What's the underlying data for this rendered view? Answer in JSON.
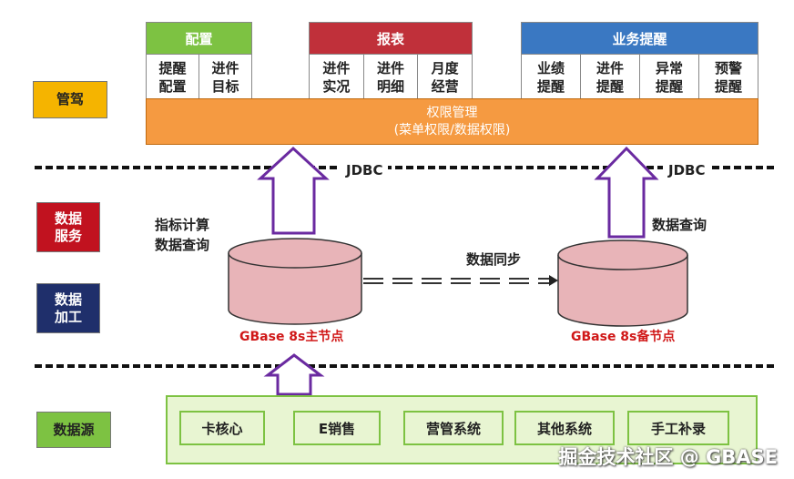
{
  "layers": {
    "management": "管驾",
    "data_service": "数据\n服务",
    "data_processing": "数据\n加工",
    "data_source": "数据源"
  },
  "modules": {
    "config": {
      "title": "配置",
      "color": "#7dc242",
      "items": [
        "提醒\n配置",
        "进件\n目标"
      ]
    },
    "report": {
      "title": "报表",
      "color": "#c0303a",
      "items": [
        "进件\n实况",
        "进件\n明细",
        "月度\n经营"
      ]
    },
    "alert": {
      "title": "业务提醒",
      "color": "#3a78c2",
      "items": [
        "业绩\n提醒",
        "进件\n提醒",
        "异常\n提醒",
        "预警\n提醒"
      ]
    }
  },
  "permission": {
    "line1": "权限管理",
    "line2": "(菜单权限/数据权限)",
    "color": "#f59a41"
  },
  "jdbc_left": "JDBC",
  "jdbc_right": "JDBC",
  "left_service_text": "指标计算\n数据查询",
  "right_service_text": "数据查询",
  "sync_text": "数据同步",
  "primary_node": "GBase 8s主节点",
  "standby_node": "GBase 8s备节点",
  "sources": [
    "卡核心",
    "E销售",
    "营管系统",
    "其他系统",
    "手工补录"
  ],
  "watermark": "掘金技术社区 @ GBASE"
}
